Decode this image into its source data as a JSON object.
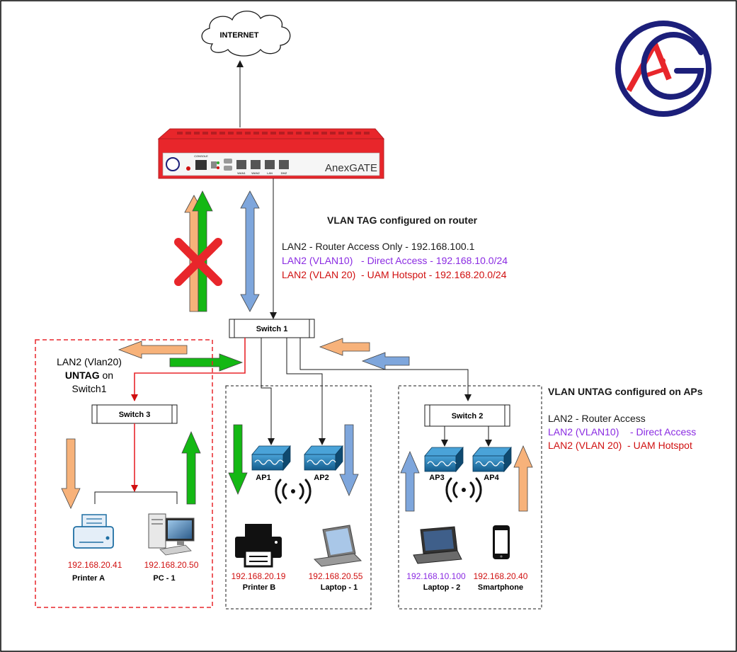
{
  "internet": {
    "label": "INTERNET"
  },
  "router": {
    "brand": "AnexGATE",
    "ports": [
      "CONSOLE",
      "WAN1",
      "WAN2",
      "LAN",
      "DMZ"
    ]
  },
  "logo": {
    "text": "AG"
  },
  "router_config": {
    "title": "VLAN TAG configured on router",
    "lines": [
      {
        "text": "LAN2 - Router Access Only - 192.168.100.1",
        "color": "#1a1a1a"
      },
      {
        "text": "LAN2 (VLAN10)   - Direct Access - 192.168.10.0/24",
        "color": "#8a2be2"
      },
      {
        "text": "LAN2 (VLAN 20)  - UAM Hotspot - 192.168.20.0/24",
        "color": "#d01010"
      }
    ]
  },
  "ap_config": {
    "title": "VLAN UNTAG configured on APs",
    "lines": [
      {
        "text": "LAN2 - Router Access",
        "color": "#1a1a1a"
      },
      {
        "text": "LAN2 (VLAN10)    - Direct Access",
        "color": "#8a2be2"
      },
      {
        "text": "LAN2 (VLAN 20)  - UAM Hotspot",
        "color": "#d01010"
      }
    ]
  },
  "switches": {
    "s1": "Switch 1",
    "s2": "Switch 2",
    "s3": "Switch 3"
  },
  "untag_note": {
    "line1": "LAN2 (Vlan20)",
    "line2": "UNTAG",
    "line2b": " on",
    "line3": "Switch1"
  },
  "aps": [
    "AP1",
    "AP2",
    "AP3",
    "AP4"
  ],
  "devices": {
    "printer_a": {
      "ip": "192.168.20.41",
      "name": "Printer A"
    },
    "pc1": {
      "ip": "192.168.20.50",
      "name": "PC - 1"
    },
    "printer_b": {
      "ip": "192.168.20.19",
      "name": "Printer B"
    },
    "laptop1": {
      "ip": "192.168.20.55",
      "name": "Laptop - 1"
    },
    "laptop2": {
      "ip": "192.168.10.100",
      "name": "Laptop - 2"
    },
    "smartphone": {
      "ip": "192.168.20.40",
      "name": "Smartphone"
    }
  },
  "colors": {
    "vlan10": "#8a2be2",
    "vlan20": "#d01010",
    "arrow_orange": "#f7b27a",
    "arrow_green": "#14b814",
    "arrow_blue": "#7ea6dc",
    "ap_blue": "#1f6fa3",
    "router_red": "#e8262b",
    "logo_navy": "#1c1f7a"
  }
}
